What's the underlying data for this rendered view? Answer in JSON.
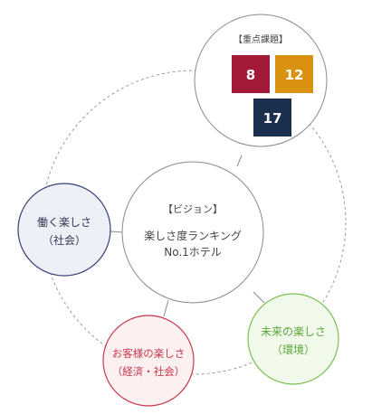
{
  "top_circle": {
    "title": "【重点課題】",
    "sdg_tiles": [
      {
        "number": "8",
        "color": "#a21a37"
      },
      {
        "number": "12",
        "color": "#d9920f"
      },
      {
        "number": "17",
        "color": "#1a2f4e"
      }
    ]
  },
  "center_circle": {
    "title": "【ビジョン】",
    "line1": "楽しさ度ランキング",
    "line2": "No.1ホテル"
  },
  "left_circle": {
    "line1": "働く楽しさ",
    "line2": "（社会）",
    "stroke": "#3a3f74",
    "fill": "#eef0f7",
    "text_color": "#333355"
  },
  "bottom_circle": {
    "line1": "お客様の楽しさ",
    "line2": "（経済・社会）",
    "stroke": "#c9374c",
    "fill": "#fdf0f1",
    "text_color": "#c9374c"
  },
  "right_circle": {
    "line1": "未来の楽しさ",
    "line2": "（環境）",
    "stroke": "#7bbf52",
    "fill": "#f1f9ea",
    "text_color": "#5aa63a"
  },
  "colors": {
    "neutral_stroke": "#8a8a8a",
    "connector": "#8a8a8a",
    "dashed_ring": "#9a9a9a",
    "text_main": "#444444"
  }
}
